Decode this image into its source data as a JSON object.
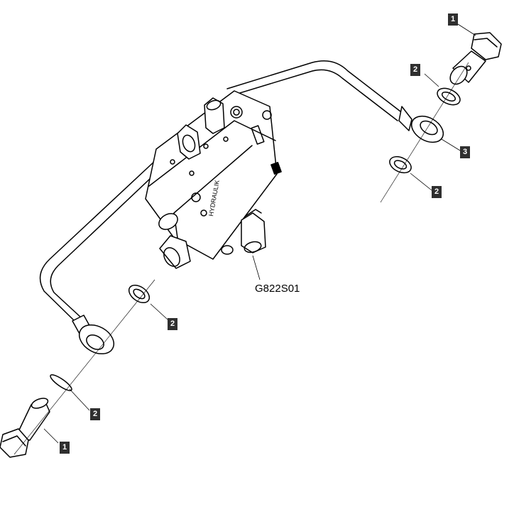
{
  "diagram": {
    "reference_code": "G822S01",
    "callouts": [
      {
        "id": "c1-top",
        "label": "1"
      },
      {
        "id": "c2-top",
        "label": "2"
      },
      {
        "id": "c3",
        "label": "3"
      },
      {
        "id": "c2-right",
        "label": "2"
      },
      {
        "id": "c2-mid",
        "label": "2"
      },
      {
        "id": "c2-bottom",
        "label": "2"
      },
      {
        "id": "c1-bottom",
        "label": "1"
      }
    ],
    "valve_marking": "HYDRAULIK",
    "colors": {
      "callout_bg": "#2f2f2f",
      "line": "#000000"
    }
  }
}
